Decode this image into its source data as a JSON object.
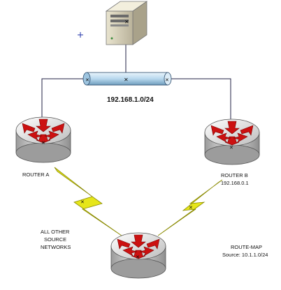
{
  "network_label": "192.168.1.0/24",
  "router_a": {
    "label": "ROUTER A"
  },
  "router_b": {
    "label": "ROUTER B",
    "address": "192.168.0.1"
  },
  "other_networks_note": [
    "ALL OTHER",
    "SOURCE",
    "NETWORKS"
  ],
  "route_map_note": {
    "title": "ROUTE-MAP",
    "source": "Source: 10.1.1.0/24"
  },
  "icons": [
    "server-icon",
    "hub-icon",
    "router-icon",
    "lightning-link-icon"
  ],
  "colors": {
    "router_body": "#d8d8d8",
    "router_arrow": "#cc1111",
    "link": "#e6e61a",
    "hub": "#b8d8ee",
    "cable": "#222244"
  }
}
